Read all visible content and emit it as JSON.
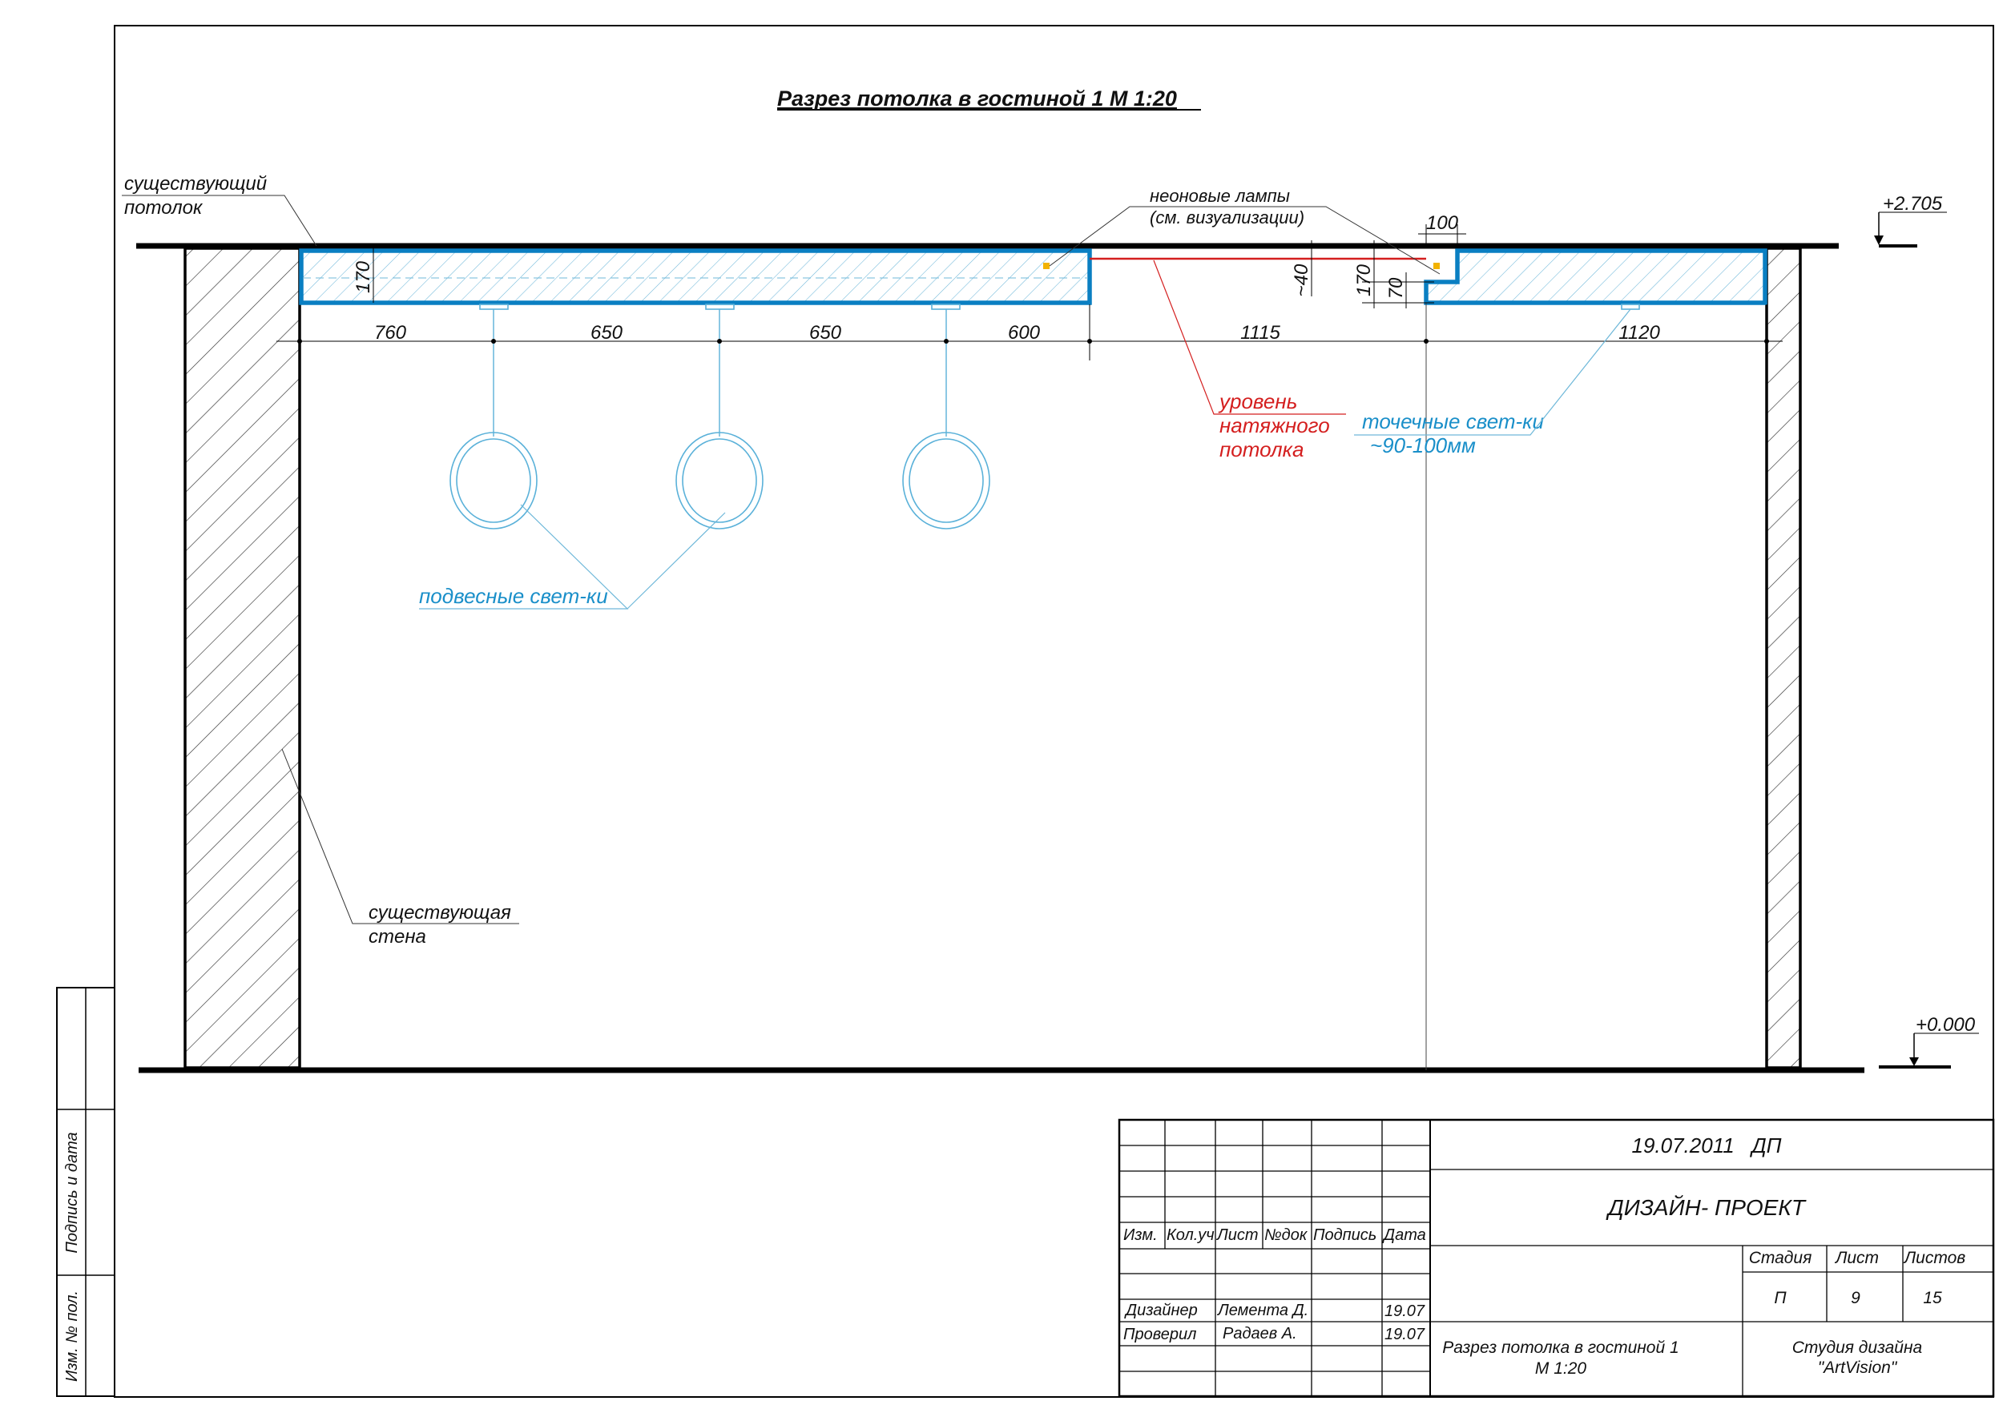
{
  "title": "Разрез потолка в гостиной 1 М 1:20",
  "labels": {
    "existing_ceiling_1": "существующий",
    "existing_ceiling_2": "потолок",
    "neon_1": "неоновые лампы",
    "neon_2": "(см. визуализации)",
    "stretch_1": "уровень",
    "stretch_2": "натяжного",
    "stretch_3": "потолка",
    "spot_1": "точечные свет-ки",
    "spot_2": "~90-100мм",
    "pendant": "подвесные свет-ки",
    "wall_1": "существующая",
    "wall_2": "стена"
  },
  "levels": {
    "top": "+2.705",
    "bottom": "+0.000"
  },
  "dimensions": {
    "horizontal": [
      "760",
      "650",
      "650",
      "600",
      "1115",
      "1120"
    ],
    "box_left_height": "170",
    "gap": "~40",
    "box_right_height": "170",
    "box_right_step": "70",
    "box_right_width": "100"
  },
  "side_stamp": {
    "col1": "Изм. № пол.",
    "col2": "Подпись и дата"
  },
  "title_block": {
    "date_code": "19.07.2011   ДП",
    "project": "ДИЗАЙН- ПРОЕКТ",
    "headers": [
      "Изм.",
      "Кол.уч",
      "Лист",
      "№док",
      "Подпись",
      "Дата"
    ],
    "designer_role": "Дизайнер",
    "designer_name": "Лемента Д.",
    "designer_date": "19.07",
    "checker_role": "Проверил",
    "checker_name": "Радаев А.",
    "checker_date": "19.07",
    "stage_label": "Стадия",
    "sheet_label": "Лист",
    "sheets_label": "Листов",
    "stage_value": "П",
    "sheet_value": "9",
    "sheets_value": "15",
    "sheet_title_1": "Разрез потолка в гостиной 1",
    "sheet_title_2": "М 1:20",
    "studio_1": "Студия дизайна",
    "studio_2": "\"ArtVision\""
  },
  "colors": {
    "box_outline": "#0a7fc2",
    "lamp": "#5ab1d9",
    "stretch_ceiling": "#d41f1f",
    "neon": "#f2b200"
  }
}
